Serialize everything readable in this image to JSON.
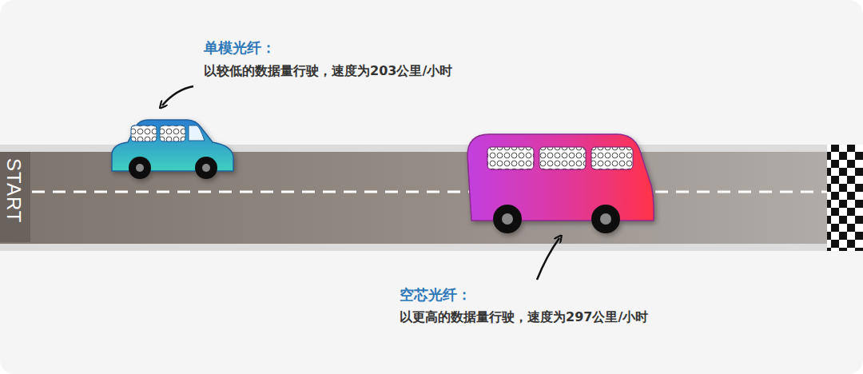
{
  "diagram": {
    "labels": [
      "单模光纤：",
      "以较低的数据量行驶，速度为203公里/小时",
      "START",
      "空芯光纤：",
      "以更高的数据量行驶，速度为297公里/小时"
    ]
  }
}
